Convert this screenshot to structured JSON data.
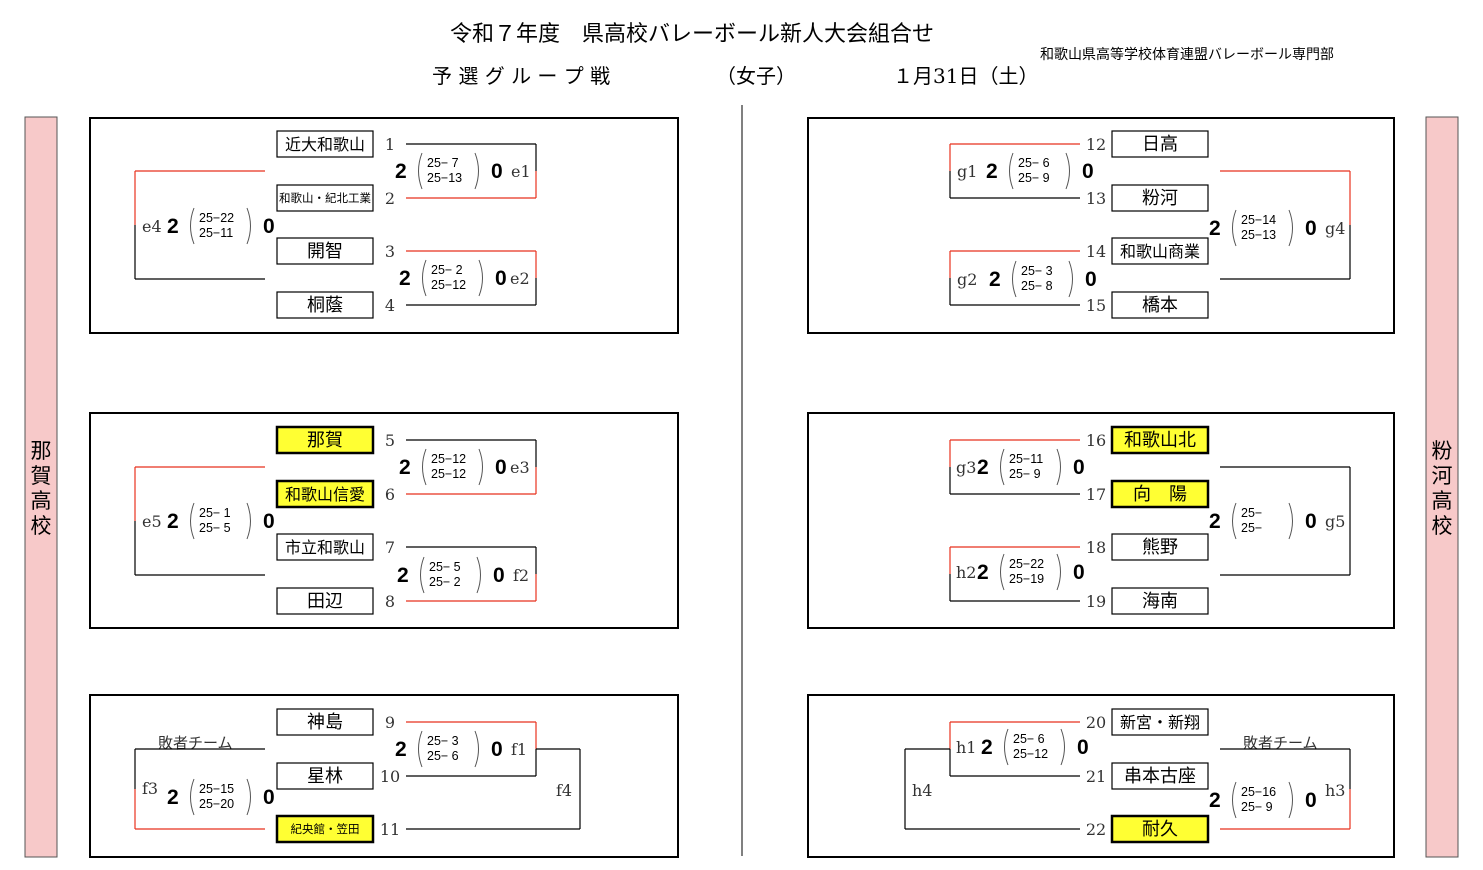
{
  "header": {
    "title": "令和７年度　県高校バレーボール新人大会組合せ",
    "subtitle": "予 選 グ ル ー プ 戦",
    "division": "（女子）",
    "date": "１月31日（土）",
    "organizer": "和歌山県高等学校体育連盟バレーボール専門部"
  },
  "side_labels": {
    "left": "那賀高校",
    "right": "粉河高校"
  },
  "colors": {
    "winner_line": "#e8321e",
    "highlight": "#ffff33",
    "side_bar": "#f7c9c9"
  },
  "loser_label": "敗者チーム",
  "teams": [
    {
      "no": "1",
      "name": "近大和歌山",
      "highlighted": false
    },
    {
      "no": "2",
      "name": "和歌山・紀北工業",
      "highlighted": false
    },
    {
      "no": "3",
      "name": "開智",
      "highlighted": false
    },
    {
      "no": "4",
      "name": "桐蔭",
      "highlighted": false
    },
    {
      "no": "5",
      "name": "那賀",
      "highlighted": true
    },
    {
      "no": "6",
      "name": "和歌山信愛",
      "highlighted": true
    },
    {
      "no": "7",
      "name": "市立和歌山",
      "highlighted": false
    },
    {
      "no": "8",
      "name": "田辺",
      "highlighted": false
    },
    {
      "no": "9",
      "name": "神島",
      "highlighted": false
    },
    {
      "no": "10",
      "name": "星林",
      "highlighted": false
    },
    {
      "no": "11",
      "name": "紀央館・笠田",
      "highlighted": true
    },
    {
      "no": "12",
      "name": "日高",
      "highlighted": false
    },
    {
      "no": "13",
      "name": "粉河",
      "highlighted": false
    },
    {
      "no": "14",
      "name": "和歌山商業",
      "highlighted": false
    },
    {
      "no": "15",
      "name": "橋本",
      "highlighted": false
    },
    {
      "no": "16",
      "name": "和歌山北",
      "highlighted": true
    },
    {
      "no": "17",
      "name": "向　陽",
      "highlighted": true
    },
    {
      "no": "18",
      "name": "熊野",
      "highlighted": false
    },
    {
      "no": "19",
      "name": "海南",
      "highlighted": false
    },
    {
      "no": "20",
      "name": "新宮・新翔",
      "highlighted": false
    },
    {
      "no": "21",
      "name": "串本古座",
      "highlighted": false
    },
    {
      "no": "22",
      "name": "耐久",
      "highlighted": true
    }
  ],
  "matches": [
    {
      "id": "e1",
      "win": "2",
      "lose": "0",
      "sets": [
        "25− 7",
        "25−13"
      ]
    },
    {
      "id": "e2",
      "win": "2",
      "lose": "0",
      "sets": [
        "25− 2",
        "25−12"
      ]
    },
    {
      "id": "e3",
      "win": "2",
      "lose": "0",
      "sets": [
        "25−12",
        "25−12"
      ]
    },
    {
      "id": "e4",
      "win": "2",
      "lose": "0",
      "sets": [
        "25−22",
        "25−11"
      ]
    },
    {
      "id": "e5",
      "win": "2",
      "lose": "0",
      "sets": [
        "25− 1",
        "25− 5"
      ]
    },
    {
      "id": "f1",
      "win": "2",
      "lose": "0",
      "sets": [
        "25− 3",
        "25− 6"
      ]
    },
    {
      "id": "f2",
      "win": "2",
      "lose": "0",
      "sets": [
        "25− 5",
        "25− 2"
      ]
    },
    {
      "id": "f3",
      "win": "2",
      "lose": "0",
      "sets": [
        "25−15",
        "25−20"
      ]
    },
    {
      "id": "f4"
    },
    {
      "id": "g1",
      "win": "2",
      "lose": "0",
      "sets": [
        "25− 6",
        "25− 9"
      ]
    },
    {
      "id": "g2",
      "win": "2",
      "lose": "0",
      "sets": [
        "25− 3",
        "25− 8"
      ]
    },
    {
      "id": "g3",
      "win": "2",
      "lose": "0",
      "sets": [
        "25−11",
        "25− 9"
      ]
    },
    {
      "id": "g4",
      "win": "2",
      "lose": "0",
      "sets": [
        "25−14",
        "25−13"
      ]
    },
    {
      "id": "g5",
      "win": "2",
      "lose": "0",
      "sets": [
        "25−",
        "25−"
      ]
    },
    {
      "id": "h1",
      "win": "2",
      "lose": "0",
      "sets": [
        "25− 6",
        "25−12"
      ]
    },
    {
      "id": "h2",
      "win": "2",
      "lose": "0",
      "sets": [
        "25−22",
        "25−19"
      ]
    },
    {
      "id": "h3",
      "win": "2",
      "lose": "0",
      "sets": [
        "25−16",
        "25− 9"
      ]
    },
    {
      "id": "h4"
    }
  ]
}
